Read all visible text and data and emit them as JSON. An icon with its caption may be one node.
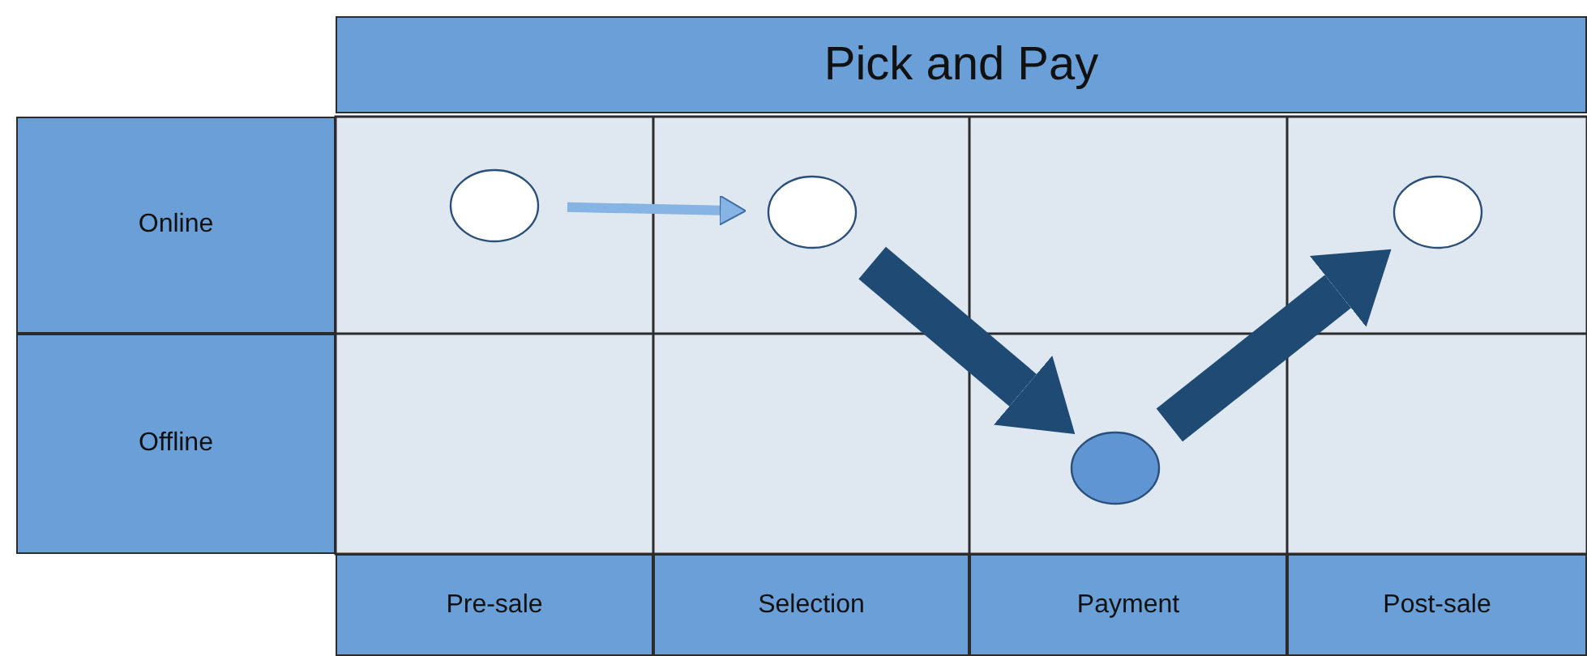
{
  "diagram": {
    "title": "Pick and Pay",
    "nodes": [
      {
        "text": [
          "Online"
        ]
      },
      {
        "text": [
          "Offline"
        ]
      },
      {
        "text": [
          "Pre-sale"
        ]
      },
      {
        "text": [
          "Selection"
        ]
      },
      {
        "text": [
          "Payment"
        ]
      },
      {
        "text": [
          "Post-sale"
        ]
      },
      {
        "text": [],
        "shape": "circle"
      },
      {
        "text": [],
        "shape": "circle"
      },
      {
        "text": [],
        "shape": "circle"
      },
      {
        "text": [],
        "shape": "circle"
      }
    ],
    "edges": [
      {
        "from": 6,
        "to": 7,
        "arrow": "to",
        "color": "#86b4e4"
      },
      {
        "from": 7,
        "to": 8,
        "arrow": "to"
      },
      {
        "from": 8,
        "to": 9,
        "arrow": "to"
      }
    ]
  }
}
